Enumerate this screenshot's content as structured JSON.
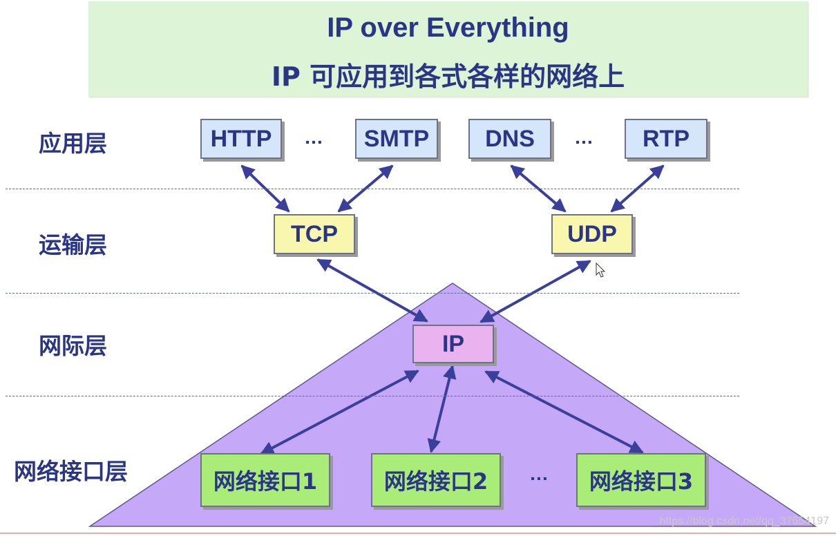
{
  "title": {
    "line1": "IP over Everything",
    "line2": "IP 可应用到各式各样的网络上"
  },
  "layers": {
    "application": "应用层",
    "transport": "运输层",
    "internet": "网际层",
    "network_interface": "网络接口层"
  },
  "application_protocols": [
    "HTTP",
    "SMTP",
    "DNS",
    "RTP"
  ],
  "transport_protocols": [
    "TCP",
    "UDP"
  ],
  "internet_protocol": "IP",
  "network_interfaces": [
    "网络接口1",
    "网络接口2",
    "网络接口3"
  ],
  "ellipsis": "…",
  "watermark": "https://blog.csdn.net/qq_37654197",
  "colors": {
    "title_bg": "#ddf5d6",
    "text": "#2a3586",
    "application_box": "#d6e6fa",
    "transport_box": "#f9f7ae",
    "ip_box": "#eab2ee",
    "network_box": "#a9ed78",
    "triangle": "#c6a8f8",
    "arrow": "#3a3f9a"
  }
}
